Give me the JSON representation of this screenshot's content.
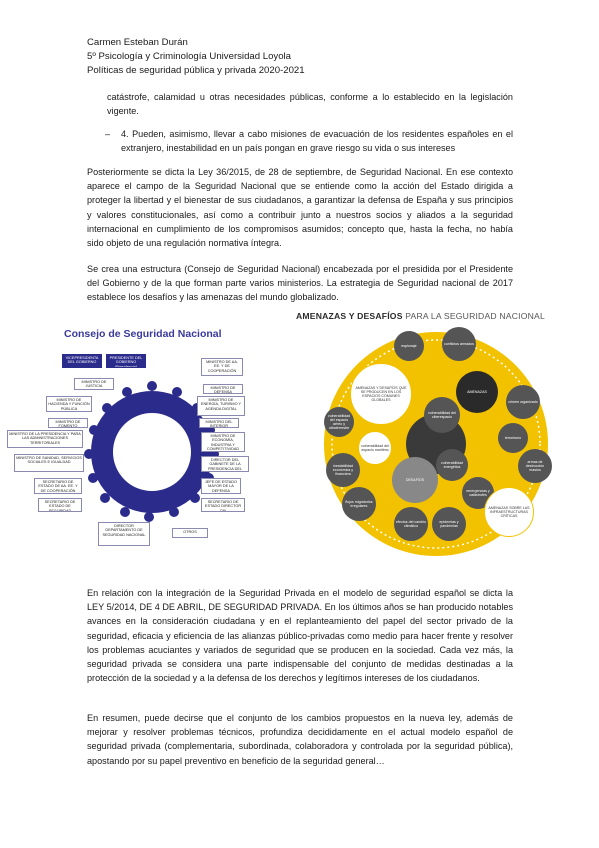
{
  "header": {
    "author": "Carmen Esteban Durán",
    "course": "5º Psicología y Criminología Universidad Loyola",
    "subject": "Políticas de seguridad pública y privada 2020-2021"
  },
  "intro_continuation": "catástrofe, calamidad u otras necesidades públicas, conforme a lo establecido en la legislación vigente.",
  "bullet4": {
    "dash": "–",
    "text": "4. Pueden, asimismo, llevar a cabo misiones de evacuación de los residentes españoles en el extranjero, inestabilidad en un país pongan en grave riesgo su vida o sus intereses"
  },
  "paragraphs": {
    "p1": "Posteriormente se dicta la Ley 36/2015, de 28 de septiembre, de Seguridad Nacional. En ese contexto aparece el campo de la Seguridad Nacional que se entiende como la acción del Estado dirigida a proteger la libertad y el bienestar de sus ciudadanos, a garantizar la defensa de España y sus principios y valores constitucionales, así como a contribuir junto a nuestros socios y aliados a la seguridad internacional en cumplimiento de los compromisos asumidos; concepto que, hasta la fecha, no había sido objeto de una regulación normativa íntegra.",
    "p2": "Se crea una estructura (Consejo de Seguridad Nacional) encabezada por el presidida por el Presidente del Gobierno y de la que forman parte varios ministerios. La estrategia de Seguridad nacional de 2017 establece los desafíos y las amenazas del mundo globalizado.",
    "p3": "En relación con la integración de la Seguridad Privada en el modelo de seguridad español se dicta la LEY 5/2014, DE 4 DE ABRIL, DE SEGURIDAD PRIVADA. En los últimos años se han producido notables avances en la consideración ciudadana y en el replanteamiento del papel del sector privado de la seguridad, eficacia y eficiencia de las alianzas público-privadas como medio para hacer frente y resolver los problemas acuciantes y variados de seguridad que se producen en la sociedad. Cada vez más, la seguridad privada se considera una parte indispensable del conjunto de medidas destinadas a la protección de la sociedad y a la defensa de los derechos y legítimos intereses de los ciudadanos.",
    "p4": "En resumen, puede decirse que el conjunto de los cambios propuestos en la nueva ley, además de mejorar y resolver problemas técnicos, profundiza decididamente en el actual modelo español de seguridad privada (complementaria, subordinada, colaboradora y controlada por la seguridad pública), apostando por su papel preventivo en beneficio de la seguridad general…"
  },
  "council": {
    "title": "Consejo de Seguridad Nacional",
    "ring_color": "#2b2b8c",
    "members": [
      "VICEPRESIDENTA DEL GOBIERNO",
      "PRESIDENTE DEL GOBIERNO (Presidencia)",
      "MINISTRO DE AA. EE. Y DE COOPERACIÓN",
      "MINISTRO DE JUSTICIA",
      "MINISTRO DE DEFENSA",
      "MINISTRO DE HACIENDA Y FUNCIÓN PÚBLICA",
      "MINISTRO DE ENERGÍA, TURISMO Y AGENDA DIGITAL",
      "MINISTRO DE FOMENTO",
      "MINISTRO DEL INTERIOR",
      "MINISTRO DE LA PRESIDENCIA Y PARA LAS ADMINISTRACIONES TERRITORIALES",
      "MINISTRO DE ECONOMÍA, INDUSTRIA Y COMPETITIVIDAD",
      "MINISTRO DE SANIDAD, SERVICIOS SOCIALES E IGUALDAD",
      "DIRECTOR DEL GABINETE DE LA PRESIDENCIA DEL GOBIERNO",
      "SECRETARIO DE ESTADO DE AA. EE. Y DE COOPERACIÓN",
      "JEFE DE ESTADO MAYOR DE LA DEFENSA",
      "SECRETARIO DE ESTADO DE SEGURIDAD",
      "SECRETARIO DE ESTADO DIRECTOR CNI",
      "DIRECTOR DEPARTAMENTO DE SEGURIDAD NACIONAL",
      "OTROS"
    ]
  },
  "threats": {
    "title_bold": "AMENAZAS Y DESAFÍOS",
    "title_rest": " PARA LA SEGURIDAD NACIONAL",
    "nodes": [
      "espionaje",
      "conflictos armados",
      "AMENAZAS Y DESAFÍOS QUE SE PRODUCEN EN LOS ESPACIOS COMUNES GLOBALES",
      "AMENAZAS",
      "crimen organizado",
      "vulnerabilidad del ciberespacio",
      "vulnerabilidad del espacio aéreo y ultraterrestre",
      "terrorismo",
      "vulnerabilidad del espacio marítimo",
      "vulnerabilidad energética",
      "armas de destrucción masiva",
      "inestabilidad económica y financiera",
      "DESAFÍOS",
      "emergencias y catástrofes",
      "flujos migratorios irregulares",
      "efectos del cambio climático",
      "epidemias y pandemias",
      "AMENAZAS SOBRE LAS INFRAESTRUCTURAS CRÍTICAS"
    ]
  }
}
